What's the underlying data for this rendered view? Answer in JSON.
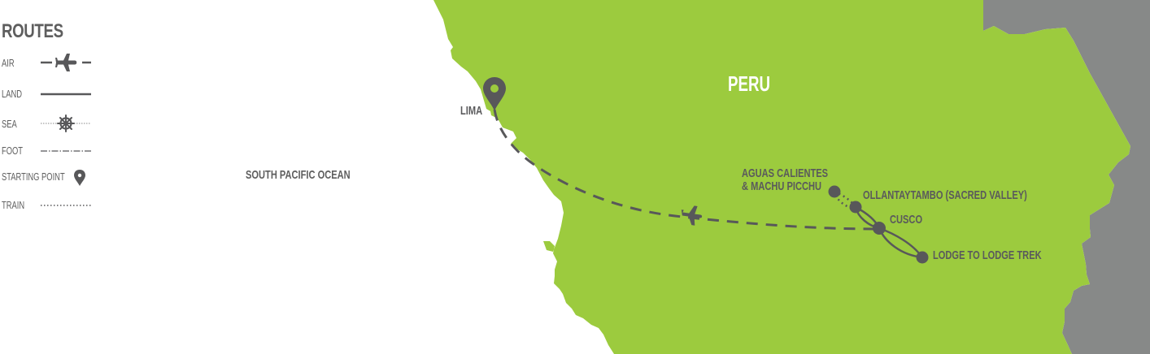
{
  "legend": {
    "title": "ROUTES",
    "items": [
      {
        "label": "AIR",
        "icon": "airplane-icon",
        "style": "dashed"
      },
      {
        "label": "LAND",
        "icon": "solid-line",
        "style": "solid"
      },
      {
        "label": "SEA",
        "icon": "ship-wheel-icon",
        "style": "dotted"
      },
      {
        "label": "FOOT",
        "icon": "dash-dot-line",
        "style": "dash-dot"
      },
      {
        "label": "STARTING POINT",
        "icon": "map-pin-icon",
        "style": "marker"
      },
      {
        "label": "TRAIN",
        "icon": "dotted-line",
        "style": "dotted"
      }
    ]
  },
  "map": {
    "country": "PERU",
    "ocean": "SOUTH PACIFIC OCEAN",
    "colors": {
      "land": "#9ccb3e",
      "neighbor": "#878988",
      "route": "#58585a",
      "water": "#ffffff"
    },
    "locations": [
      {
        "name": "LIMA",
        "type": "starting-point"
      },
      {
        "name_line1": "AGUAS CALIENTES",
        "name_line2": "& MACHU PICCHU",
        "type": "stop"
      },
      {
        "name": "OLLANTAYTAMBO (SACRED VALLEY)",
        "type": "stop"
      },
      {
        "name": "CUSCO",
        "type": "stop"
      },
      {
        "name": "LODGE TO LODGE TREK",
        "type": "stop"
      }
    ]
  }
}
